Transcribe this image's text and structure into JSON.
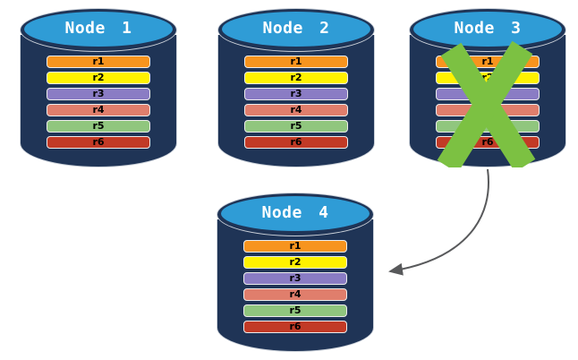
{
  "diagram": {
    "description": "Four database node cylinders each containing replicated records r1-r6; Node 3 is marked failed with a green X and an arrow points from Node 3 to Node 4",
    "background": "#FFFFFF",
    "nodes": [
      {
        "label": "Node 1",
        "shape": "database-cylinder",
        "status": "active",
        "records": [
          "r1",
          "r2",
          "r3",
          "r4",
          "r5",
          "r6"
        ]
      },
      {
        "label": "Node 2",
        "shape": "database-cylinder",
        "status": "active",
        "records": [
          "r1",
          "r2",
          "r3",
          "r4",
          "r5",
          "r6"
        ]
      },
      {
        "label": "Node 3",
        "shape": "database-cylinder",
        "status": "failed",
        "records": [
          "r1",
          "r2",
          "r3",
          "r4",
          "r5",
          "r6"
        ]
      },
      {
        "label": "Node 4",
        "shape": "database-cylinder",
        "status": "active",
        "records": [
          "r1",
          "r2",
          "r3",
          "r4",
          "r5",
          "r6"
        ]
      }
    ],
    "record_colors": {
      "r1": "#F7941E",
      "r2": "#FFF200",
      "r3": "#8A7CC4",
      "r4": "#E07E6C",
      "r5": "#90C67E",
      "r6": "#C23A26"
    },
    "colors": {
      "cylinder_body": "#1F3456",
      "cylinder_top": "#2F9CD6",
      "failure_x": "#7CC142",
      "arrow": "#58595B",
      "node_label_text": "#FFFFFF",
      "record_text": "#000000"
    },
    "arrow": {
      "from": "Node 3",
      "to": "Node 4"
    }
  }
}
